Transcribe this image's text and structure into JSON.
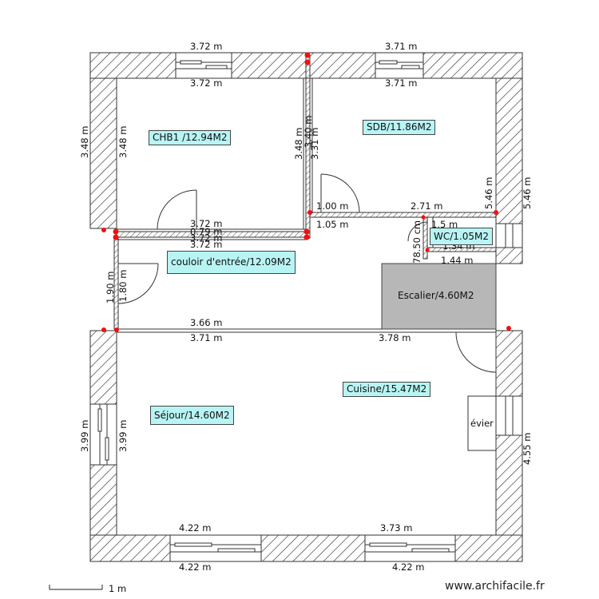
{
  "rooms": {
    "chb1": "CHB1 /12.94M2",
    "sdb": "SDB/11.86M2",
    "couloir": "couloir d'entrée/12.09M2",
    "wc": "WC/1.05M2",
    "escalier": "Escalier/4.60M2",
    "cuisine": "Cuisine/15.47M2",
    "sejour": "Séjour/14.60M2"
  },
  "fixtures": {
    "evier": "évier"
  },
  "dimensions": {
    "top_out_left": "3.72 m",
    "top_out_right": "3.71 m",
    "top_in_left": "3.72 m",
    "top_in_right": "3.71 m",
    "left_out_top": "3.48 m",
    "left_in_top": "3.48 m",
    "mid_wall_a": "3.48 m",
    "mid_wall_b": "3.31 m",
    "mid_wall_c": "3.40 m",
    "right_in_top": "5.46 m",
    "right_out_top": "5.46 m",
    "sdb_door_a": "1.00 m",
    "sdb_door_b": "1.05 m",
    "sdb_bottom": "2.71 m",
    "wc_a": "1.5 m",
    "wc_b": "1.34 m",
    "wc_c": "1.44 m",
    "wc_d": "78.50 cm",
    "chb_bottom_a": "3.72 m",
    "chb_bottom_b": "0.79 m",
    "chb_bottom_c": "3.72 m",
    "chb_bottom_d": "3.72 m",
    "couloir_out": "1.90 m",
    "couloir_in": "1.80 m",
    "couloir_bottom": "3.66 m",
    "sejour_top": "3.71 m",
    "cuisine_top": "3.78 m",
    "left_out_bottom": "3.99 m",
    "left_in_bottom": "3.99 m",
    "right_out_bottom": "4.55 m",
    "bottom_in_left": "4.22 m",
    "bottom_in_right": "3.73 m",
    "bottom_out_left": "4.22 m",
    "bottom_out_right": "4.22 m"
  },
  "scale": {
    "label": "1 m"
  },
  "watermark": "www.archifacile.fr"
}
